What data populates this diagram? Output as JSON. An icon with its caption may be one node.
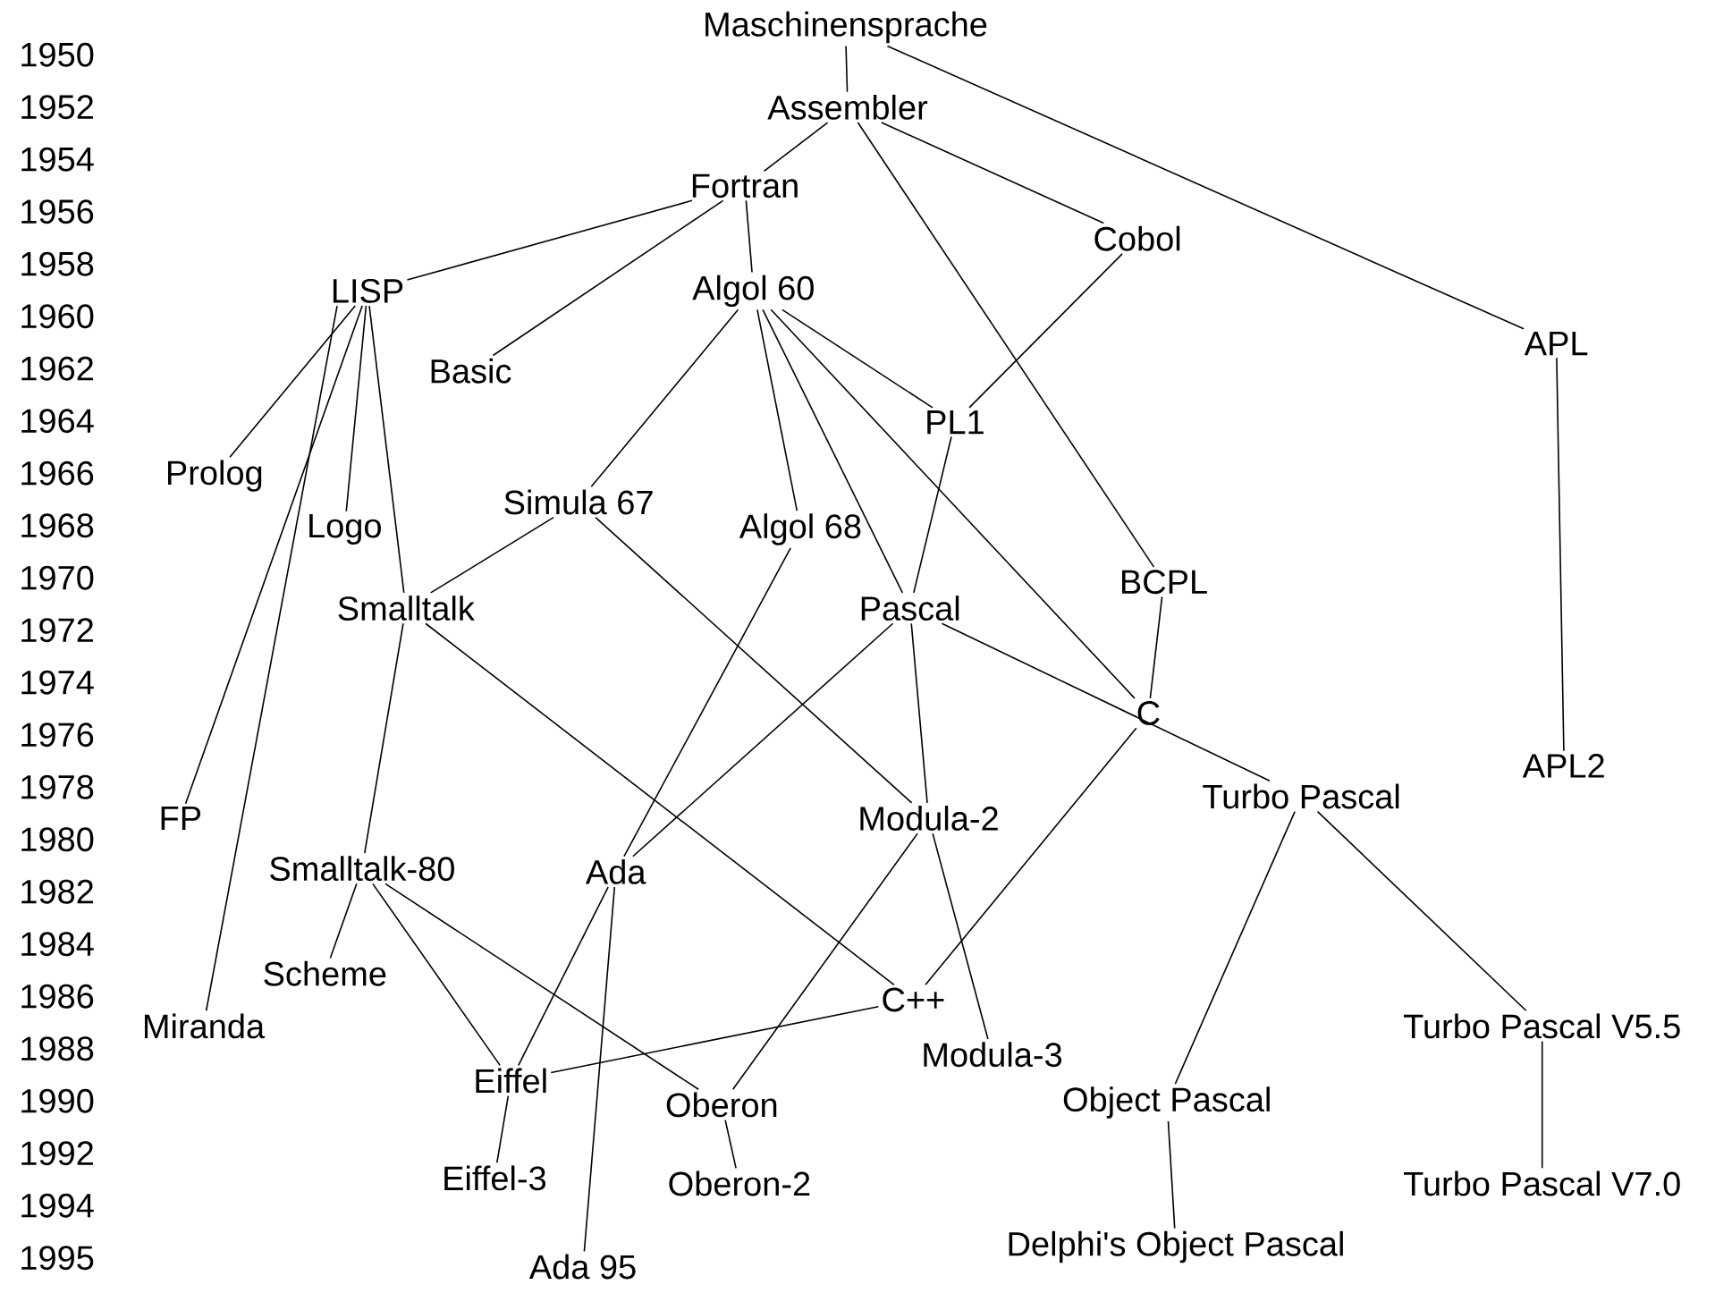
{
  "diagram": {
    "nodes": [
      {
        "text": [
          "Maschinensprache"
        ]
      },
      {
        "text": [
          "Assembler"
        ]
      },
      {
        "text": [
          "Fortran"
        ]
      },
      {
        "text": [
          "Cobol"
        ]
      },
      {
        "text": [
          "LISP"
        ]
      },
      {
        "text": [
          "Algol 60"
        ]
      },
      {
        "text": [
          "APL"
        ]
      },
      {
        "text": [
          "Basic"
        ]
      },
      {
        "text": [
          "PL1"
        ]
      },
      {
        "text": [
          "Prolog"
        ]
      },
      {
        "text": [
          "Logo"
        ]
      },
      {
        "text": [
          "Simula 67"
        ]
      },
      {
        "text": [
          "Algol 68"
        ]
      },
      {
        "text": [
          "BCPL"
        ]
      },
      {
        "text": [
          "Smalltalk"
        ]
      },
      {
        "text": [
          "Pascal"
        ]
      },
      {
        "text": [
          "C"
        ]
      },
      {
        "text": [
          "APL2"
        ]
      },
      {
        "text": [
          "Turbo Pascal"
        ]
      },
      {
        "text": [
          "FP"
        ]
      },
      {
        "text": [
          "Modula-2"
        ]
      },
      {
        "text": [
          "Smalltalk-80"
        ]
      },
      {
        "text": [
          "Ada"
        ]
      },
      {
        "text": [
          "Scheme"
        ]
      },
      {
        "text": [
          "C++"
        ]
      },
      {
        "text": [
          "Miranda"
        ]
      },
      {
        "text": [
          "Turbo Pascal V5.5"
        ]
      },
      {
        "text": [
          "Modula-3"
        ]
      },
      {
        "text": [
          "Eiffel"
        ]
      },
      {
        "text": [
          "Oberon"
        ]
      },
      {
        "text": [
          "Object Pascal"
        ]
      },
      {
        "text": [
          "Eiffel-3"
        ]
      },
      {
        "text": [
          "Oberon-2"
        ]
      },
      {
        "text": [
          "Turbo Pascal V7.0"
        ]
      },
      {
        "text": [
          "Delphi's Object Pascal"
        ]
      },
      {
        "text": [
          "Ada 95"
        ]
      }
    ],
    "edges": [
      {
        "from": 0,
        "to": 1,
        "arrow": "none"
      },
      {
        "from": 0,
        "to": 6,
        "arrow": "none"
      },
      {
        "from": 1,
        "to": 2,
        "arrow": "none"
      },
      {
        "from": 1,
        "to": 3,
        "arrow": "none"
      },
      {
        "from": 1,
        "to": 13,
        "arrow": "none"
      },
      {
        "from": 2,
        "to": 4,
        "arrow": "none"
      },
      {
        "from": 2,
        "to": 7,
        "arrow": "none"
      },
      {
        "from": 2,
        "to": 5,
        "arrow": "none"
      },
      {
        "from": 3,
        "to": 8,
        "arrow": "none"
      },
      {
        "from": 5,
        "to": 8,
        "arrow": "none"
      },
      {
        "from": 5,
        "to": 11,
        "arrow": "none"
      },
      {
        "from": 5,
        "to": 12,
        "arrow": "none"
      },
      {
        "from": 5,
        "to": 15,
        "arrow": "none"
      },
      {
        "from": 5,
        "to": 16,
        "arrow": "none"
      },
      {
        "from": 4,
        "to": 9,
        "arrow": "none"
      },
      {
        "from": 4,
        "to": 19,
        "arrow": "none"
      },
      {
        "from": 4,
        "to": 25,
        "arrow": "none"
      },
      {
        "from": 4,
        "to": 10,
        "arrow": "none"
      },
      {
        "from": 4,
        "to": 14,
        "arrow": "none"
      },
      {
        "from": 8,
        "to": 15,
        "arrow": "none"
      },
      {
        "from": 11,
        "to": 14,
        "arrow": "none"
      },
      {
        "from": 11,
        "to": 20,
        "arrow": "none"
      },
      {
        "from": 12,
        "to": 22,
        "arrow": "none"
      },
      {
        "from": 15,
        "to": 22,
        "arrow": "none"
      },
      {
        "from": 15,
        "to": 20,
        "arrow": "none"
      },
      {
        "from": 15,
        "to": 18,
        "arrow": "none"
      },
      {
        "from": 13,
        "to": 16,
        "arrow": "none"
      },
      {
        "from": 16,
        "to": 24,
        "arrow": "none"
      },
      {
        "from": 14,
        "to": 21,
        "arrow": "none"
      },
      {
        "from": 14,
        "to": 24,
        "arrow": "none"
      },
      {
        "from": 6,
        "to": 17,
        "arrow": "none"
      },
      {
        "from": 18,
        "to": 30,
        "arrow": "none"
      },
      {
        "from": 18,
        "to": 26,
        "arrow": "none"
      },
      {
        "from": 26,
        "to": 33,
        "arrow": "none"
      },
      {
        "from": 30,
        "to": 34,
        "arrow": "none"
      },
      {
        "from": 21,
        "to": 23,
        "arrow": "none"
      },
      {
        "from": 21,
        "to": 28,
        "arrow": "none"
      },
      {
        "from": 21,
        "to": 29,
        "arrow": "none"
      },
      {
        "from": 22,
        "to": 28,
        "arrow": "none"
      },
      {
        "from": 22,
        "to": 35,
        "arrow": "none"
      },
      {
        "from": 28,
        "to": 24,
        "arrow": "none"
      },
      {
        "from": 28,
        "to": 31,
        "arrow": "none"
      },
      {
        "from": 20,
        "to": 29,
        "arrow": "none"
      },
      {
        "from": 20,
        "to": 27,
        "arrow": "none"
      },
      {
        "from": 29,
        "to": 32,
        "arrow": "none"
      }
    ],
    "labels": [
      "1950",
      "1952",
      "1954",
      "1956",
      "1958",
      "1960",
      "1962",
      "1964",
      "1966",
      "1968",
      "1970",
      "1972",
      "1974",
      "1976",
      "1978",
      "1980",
      "1982",
      "1984",
      "1986",
      "1988",
      "1990",
      "1992",
      "1994",
      "1995"
    ]
  }
}
